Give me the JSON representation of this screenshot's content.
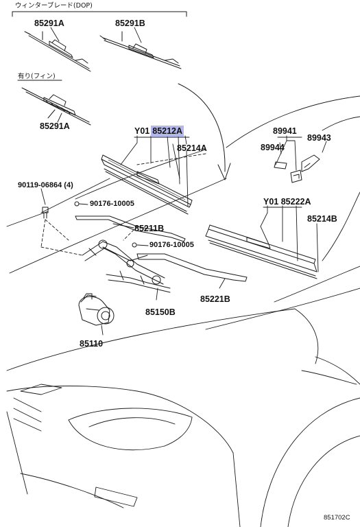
{
  "groups": {
    "dop": "ウィンターブレード(DOP)",
    "fin": "有り(フィン)"
  },
  "parts": {
    "p85291a_top": "85291A",
    "p85291b": "85291B",
    "p85291a_fin": "85291A",
    "y01_left": "Y01",
    "p85212a": "85212A",
    "p85214a": "85214A",
    "p90119": "90119-06864 (4)",
    "p90176_a": "90176-10005",
    "p85211b": "85211B",
    "p90176_b": "90176-10005",
    "p85221b": "85221B",
    "p85150b": "85150B",
    "p85110": "85110",
    "y01_right": "Y01",
    "p85222a": "85222A",
    "p85214b": "85214B",
    "p89941": "89941",
    "p89944": "89944",
    "p89943": "89943"
  },
  "highlight_color": "#b3b8ec",
  "diagram_ref": "851702C"
}
